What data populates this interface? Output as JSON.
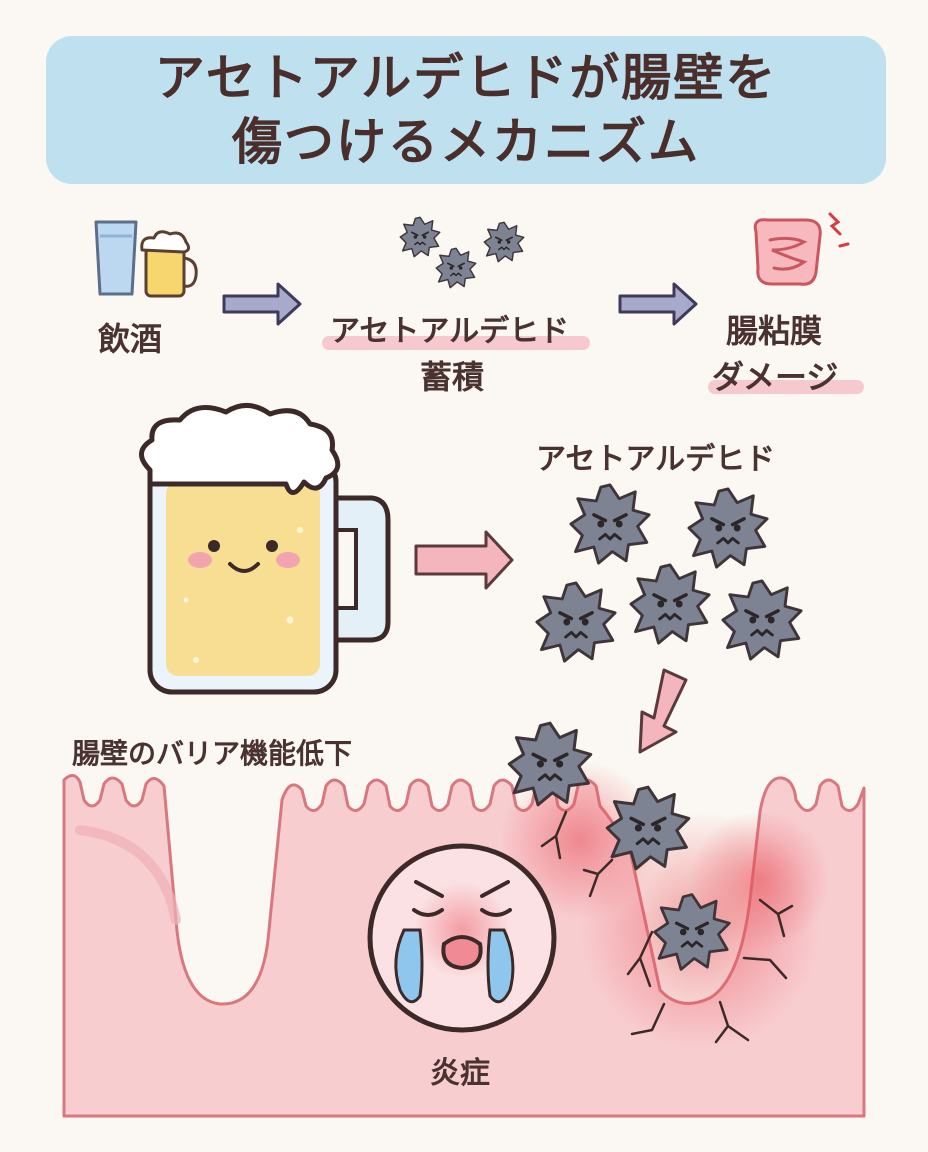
{
  "title": {
    "line1": "アセトアルデヒドが腸壁を",
    "line2": "傷つけるメカニズム"
  },
  "flow": {
    "step1": "飲酒",
    "step2_line1": "アセトアルデヒド",
    "step2_line2": "蓄積",
    "step3_line1": "腸粘膜",
    "step3_line2": "ダメージ"
  },
  "main": {
    "acetaldehyde_label": "アセトアルデヒド",
    "barrier_label": "腸壁のバリア機能低下",
    "inflammation_label": "炎症"
  },
  "colors": {
    "title_bg": "#bfe0ee",
    "highlight": "#f6c9cf",
    "molecule": "#7e8394",
    "intestine": "#f7c8cb",
    "beer": "#f8de92",
    "arrow_blue": "#a9a9cc",
    "arrow_pink": "#f4b5bc"
  }
}
